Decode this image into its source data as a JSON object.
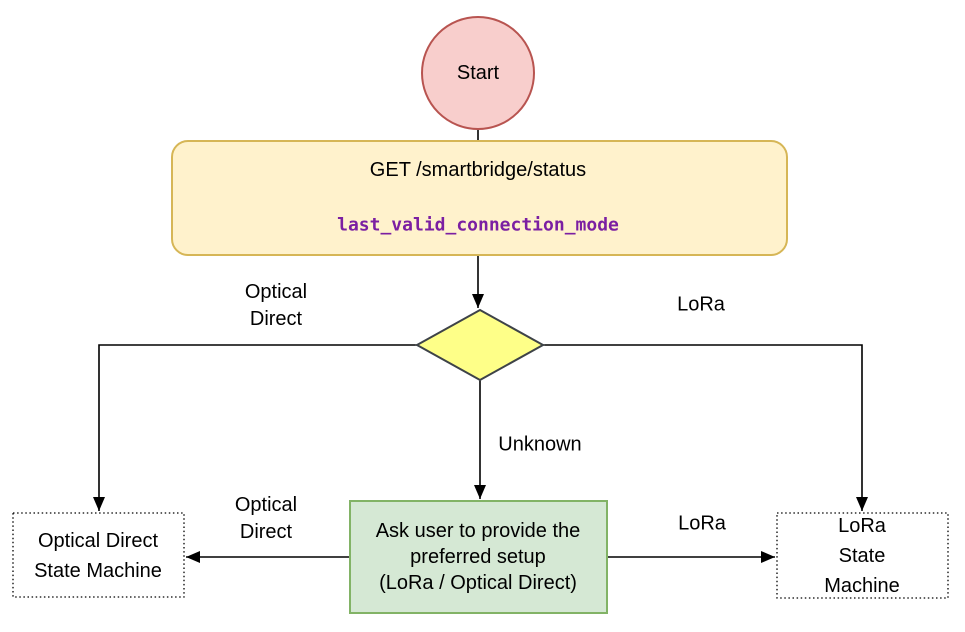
{
  "nodes": {
    "start": {
      "label": "Start"
    },
    "get_status": {
      "title": "GET /smartbridge/status",
      "field": "last_valid_connection_mode"
    },
    "ask_user": {
      "label": "Ask user to provide the\npreferred setup\n(LoRa / Optical Direct)"
    },
    "optical_state_machine": {
      "label": "Optical Direct\nState Machine"
    },
    "lora_state_machine": {
      "label": "LoRa\nState Machine"
    }
  },
  "edge_labels": {
    "decision_optical": "Optical\nDirect",
    "decision_lora": "LoRa",
    "decision_unknown": "Unknown",
    "ask_optical": "Optical\nDirect",
    "ask_lora": "LoRa"
  },
  "colors": {
    "start_fill": "#f8cecc",
    "start_border": "#b85450",
    "get_fill": "#fff2cc",
    "get_border": "#d6b656",
    "decision_fill": "#feff88",
    "decision_border": "#3e4348",
    "ask_fill": "#d5e8d4",
    "ask_border": "#82b366",
    "state_machine_border": "#000000",
    "field_text": "#7b1fa2",
    "connector": "#000000"
  }
}
